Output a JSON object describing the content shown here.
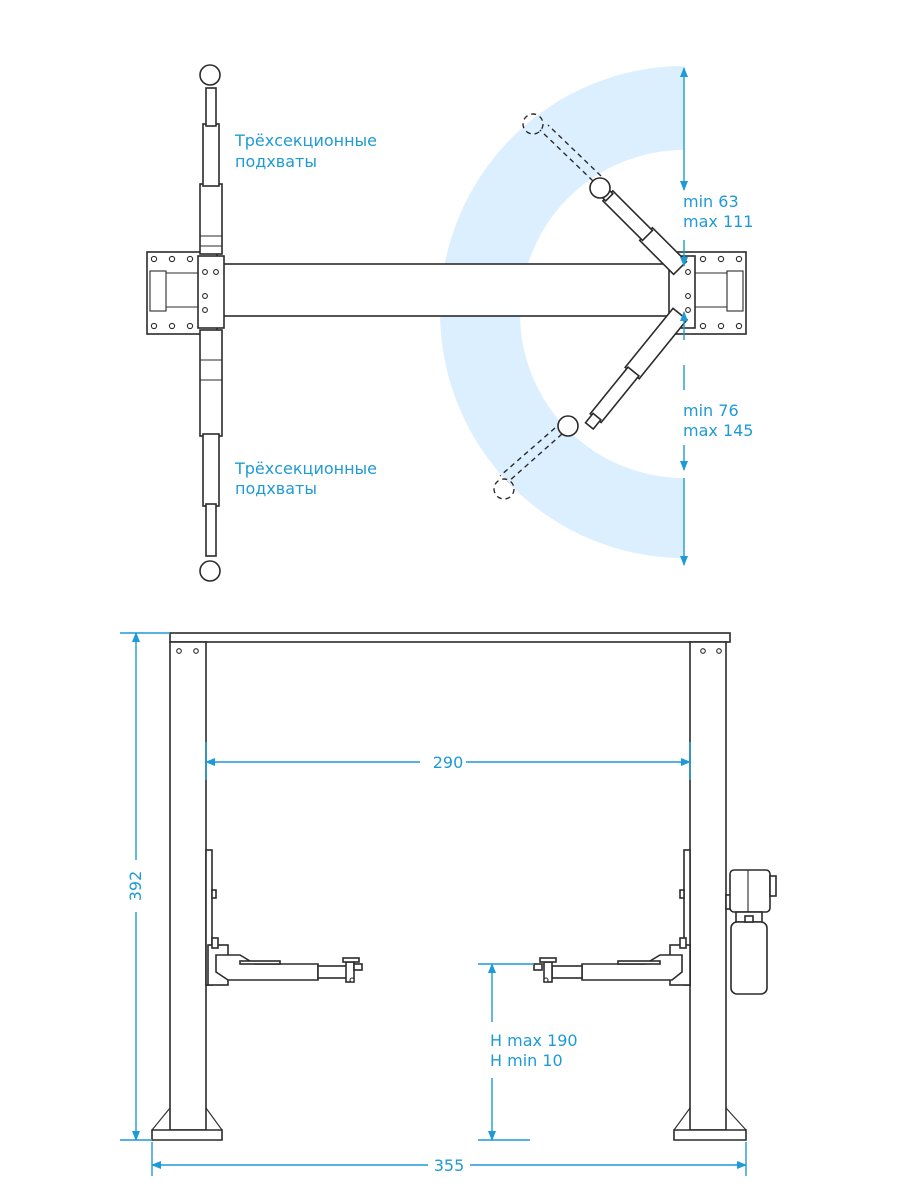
{
  "top_view": {
    "note_left_top": [
      "Трёхсекционные",
      "подхваты"
    ],
    "note_left_bottom": [
      "Трёхсекционные",
      "подхваты"
    ],
    "reach_upper": [
      "min 63",
      "max 111"
    ],
    "reach_lower": [
      "min 76",
      "max 145"
    ]
  },
  "front_view": {
    "inner_width": "290",
    "total_height": "392",
    "total_width": "355",
    "lift_height": [
      "H max 190",
      "H min 10"
    ]
  },
  "colors": {
    "dimension": "#1e9ad6",
    "sweep_area": "#dcefff",
    "outline": "#2b2b2b"
  }
}
